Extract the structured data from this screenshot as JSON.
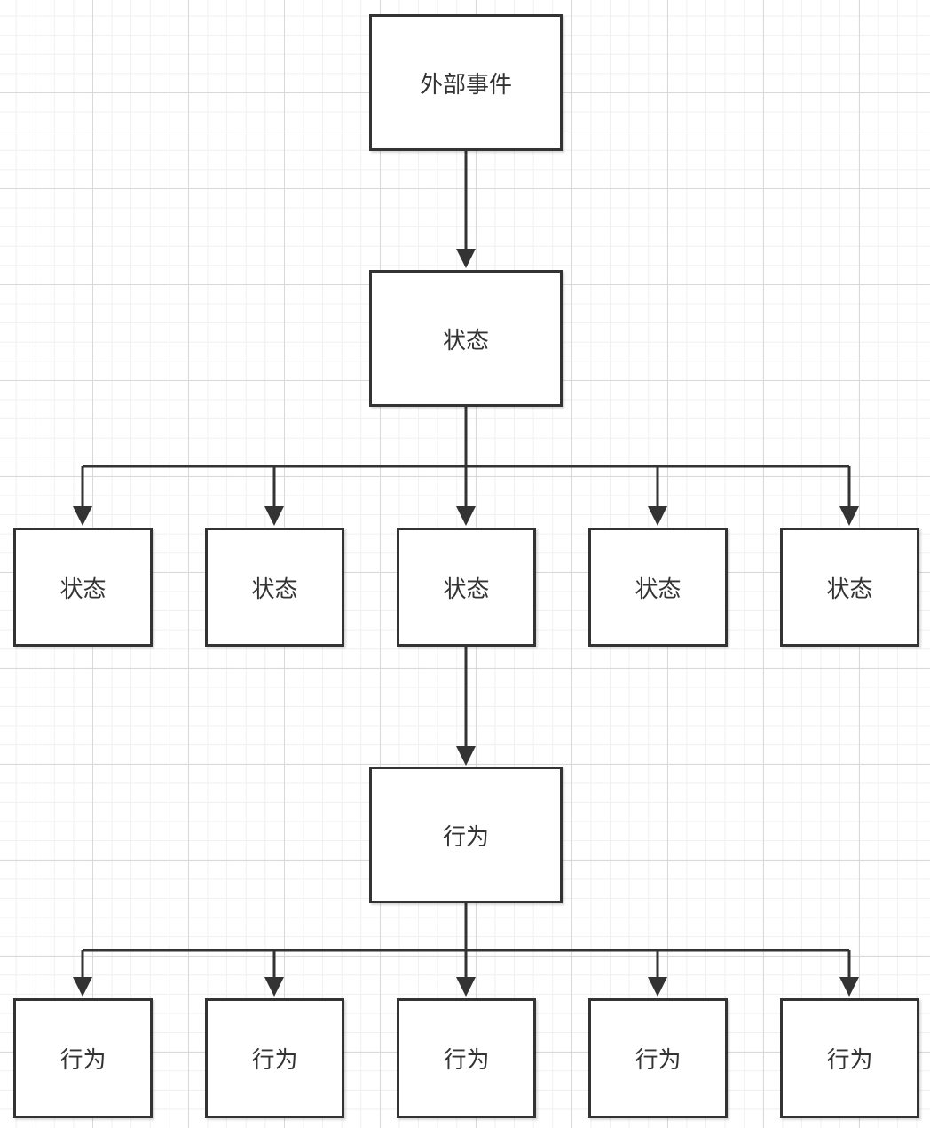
{
  "diagram": {
    "root": {
      "label": "外部事件"
    },
    "state_main": {
      "label": "状态"
    },
    "states": [
      {
        "label": "状态"
      },
      {
        "label": "状态"
      },
      {
        "label": "状态"
      },
      {
        "label": "状态"
      },
      {
        "label": "状态"
      }
    ],
    "behavior_main": {
      "label": "行为"
    },
    "behaviors": [
      {
        "label": "行为"
      },
      {
        "label": "行为"
      },
      {
        "label": "行为"
      },
      {
        "label": "行为"
      },
      {
        "label": "行为"
      }
    ],
    "edges": [
      {
        "from": "root",
        "to": "state_main"
      },
      {
        "from": "state_main",
        "to": "states.0"
      },
      {
        "from": "state_main",
        "to": "states.1"
      },
      {
        "from": "state_main",
        "to": "states.2"
      },
      {
        "from": "state_main",
        "to": "states.3"
      },
      {
        "from": "state_main",
        "to": "states.4"
      },
      {
        "from": "states.2",
        "to": "behavior_main"
      },
      {
        "from": "behavior_main",
        "to": "behaviors.0"
      },
      {
        "from": "behavior_main",
        "to": "behaviors.1"
      },
      {
        "from": "behavior_main",
        "to": "behaviors.2"
      },
      {
        "from": "behavior_main",
        "to": "behaviors.3"
      },
      {
        "from": "behavior_main",
        "to": "behaviors.4"
      }
    ],
    "colors": {
      "stroke": "#333333",
      "text": "#333333",
      "grid": "#d9d9d9",
      "background": "#ffffff"
    }
  }
}
